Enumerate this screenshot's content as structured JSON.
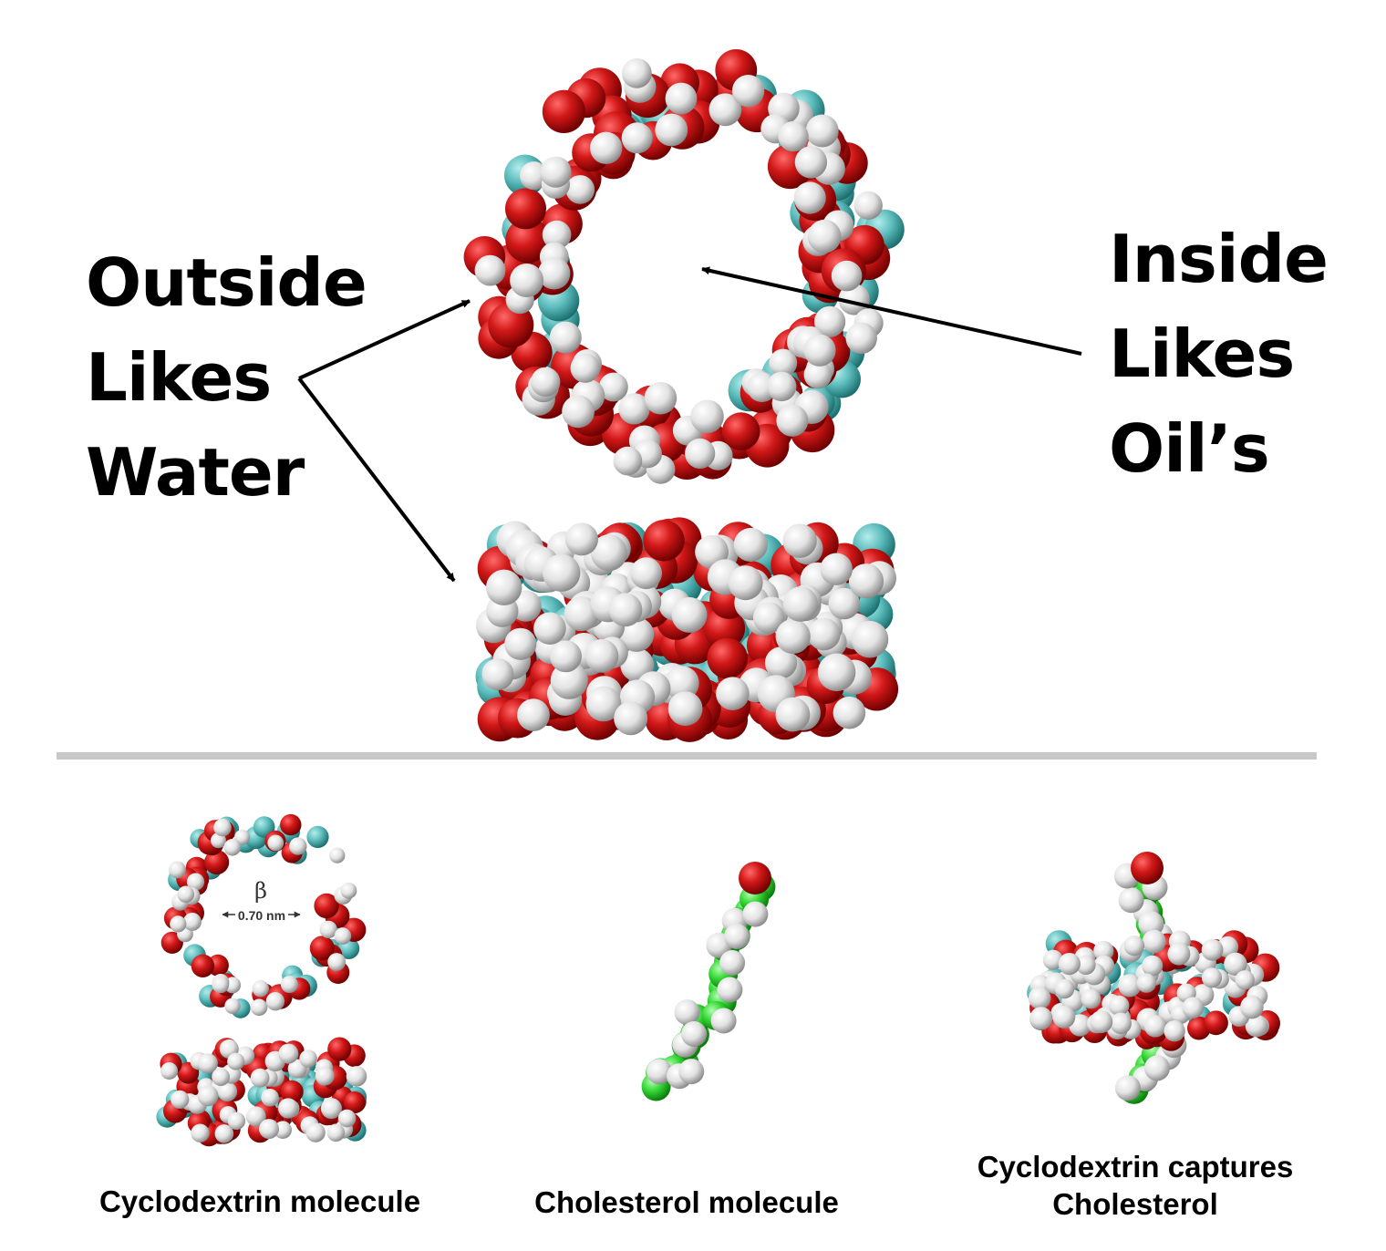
{
  "top": {
    "outside_label": [
      "Outside",
      "Likes",
      "Water"
    ],
    "inside_label": [
      "Inside",
      "Likes",
      "Oil’s"
    ]
  },
  "bottom": {
    "cyclodextrin_caption": "Cyclodextrin molecule",
    "beta_symbol": "β",
    "pore_diameter": "0.70 nm",
    "cholesterol_caption": "Cholesterol molecule",
    "complex_caption": [
      "Cyclodextrin captures",
      "Cholesterol"
    ]
  },
  "colors": {
    "oxygen": "#c81414",
    "hydrogen": "#e6e6e6",
    "carbon_cyclodextrin": "#5fc0c0",
    "carbon_cholesterol": "#2ecf2e",
    "divider": "#c8c8c8"
  }
}
